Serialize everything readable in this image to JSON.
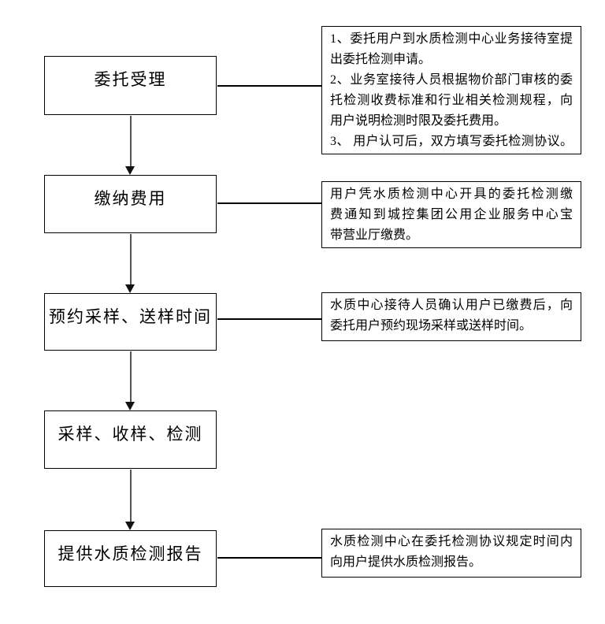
{
  "page": {
    "background_color": "#ffffff",
    "box_border_color": "#000000",
    "arrow_shaft_color": "#555555",
    "arrow_head_color": "#111111"
  },
  "steps": [
    {
      "label": "委托受理"
    },
    {
      "label": "缴纳费用"
    },
    {
      "label": "预约采样、送样时间"
    },
    {
      "label": "采样、收样、检测"
    },
    {
      "label": "提供水质检测报告"
    }
  ],
  "notes": [
    {
      "lines": [
        "1、委托用户到水质检测中心业务接待室提",
        "出委托检测申请。",
        "2、业务室接待人员根据物价部门审核的委",
        "托检测收费标准和行业相关检测规程，向",
        "用户说明检测时限及委托费用。",
        "3、 用户认可后，双方填写委托检测协议。"
      ]
    },
    {
      "lines": [
        "用户凭水质检测中心开具的委托检测缴",
        "费通知到城控集团公用企业服务中心宝",
        "带营业厅缴费。"
      ]
    },
    {
      "lines": [
        "水质中心接待人员确认用户已缴费后，向",
        "委托用户预约现场采样或送样时间。"
      ]
    },
    {
      "lines": [
        "水质检测中心在委托检测协议规定时间内",
        "向用户提供水质检测报告。"
      ]
    }
  ]
}
